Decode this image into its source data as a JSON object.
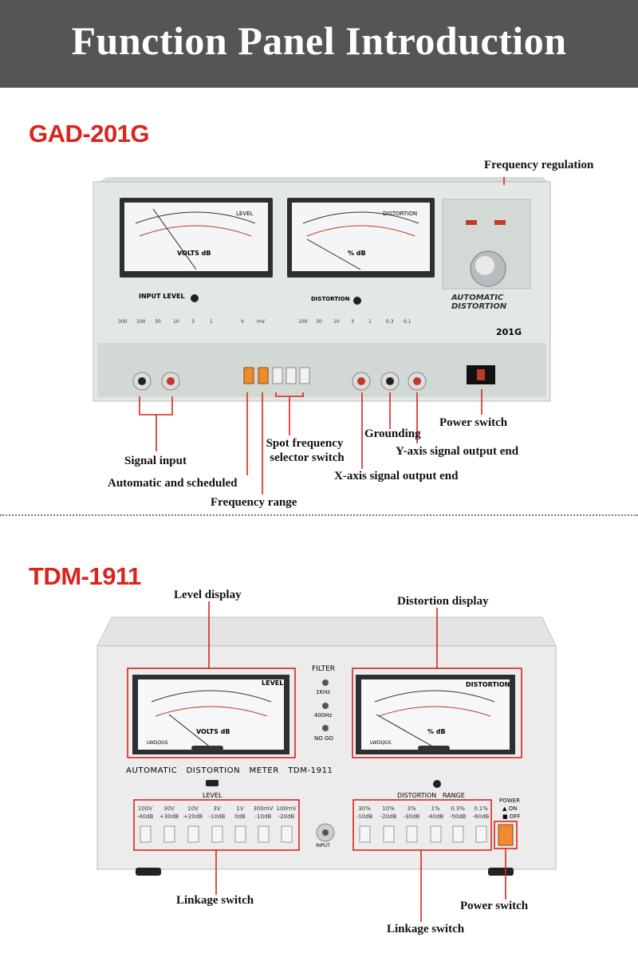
{
  "header": {
    "title": "Function Panel Introduction"
  },
  "section1": {
    "model": "GAD-201G",
    "panel": {
      "level_meter_label": "LEVEL",
      "level_meter_units": "VOLTS   dB",
      "distortion_meter_label": "DISTORTION",
      "distortion_meter_units": "%   dB",
      "input_level_label": "INPUT LEVEL",
      "distortion_label": "DISTORTION",
      "auto_label_line1": "AUTOMATIC",
      "auto_label_line2": "DISTORTION",
      "model_plate": "201G",
      "level_ranges": [
        "300",
        "100",
        "30",
        "10",
        "3",
        "1"
      ],
      "unit_labels": [
        "V",
        "mV"
      ],
      "distortion_ranges": [
        "100",
        "30",
        "10",
        "3",
        "1",
        "0.3",
        "0.1"
      ]
    },
    "labels": {
      "frequency_regulation": "Frequency regulation",
      "power_switch": "Power switch",
      "grounding": "Grounding",
      "y_axis_output": "Y-axis signal output end",
      "spot_frequency_1": "Spot frequency",
      "spot_frequency_2": "selector switch",
      "signal_input": "Signal input",
      "x_axis_output": "X-axis signal output end",
      "automatic_scheduled": "Automatic and scheduled",
      "frequency_range": "Frequency range"
    }
  },
  "section2": {
    "model": "TDM-1911",
    "panel": {
      "level_meter_label": "LEVEL",
      "level_meter_units": "VOLTS   dB",
      "distortion_meter_label": "DISTORTION",
      "distortion_meter_units": "% dB",
      "meter_brand": "LWDQGS",
      "filter_label": "FILTER",
      "filter_1k": "1KHz",
      "filter_400": "400Hz",
      "no_go": "NO GO",
      "title_plate": "AUTOMATIC   DISTORTION   METER   TDM-1911",
      "level_section": "LEVEL",
      "distortion_range_section": "DISTORTION   RANGE",
      "level_switches": [
        {
          "v": "100V",
          "db": "-40dB"
        },
        {
          "v": "30V",
          "db": "+30dB"
        },
        {
          "v": "10V",
          "db": "+20dB"
        },
        {
          "v": "3V",
          "db": "-10dB"
        },
        {
          "v": "1V",
          "db": "0dB"
        },
        {
          "v": "300mV",
          "db": "-10dB"
        },
        {
          "v": "100mV",
          "db": "-20dB"
        }
      ],
      "distortion_switches": [
        {
          "p": "30%",
          "db": "-10dB"
        },
        {
          "p": "10%",
          "db": "-20dB"
        },
        {
          "p": "3%",
          "db": "-30dB"
        },
        {
          "p": "1%",
          "db": "-40dB"
        },
        {
          "p": "0.3%",
          "db": "-50dB"
        },
        {
          "p": "0.1%",
          "db": "-60dB"
        }
      ],
      "input_label": "INPUT",
      "power_label": "POWER",
      "power_on": "ON",
      "power_off": "OFF"
    },
    "labels": {
      "level_display": "Level display",
      "distortion_display": "Distortion display",
      "linkage_switch_left": "Linkage switch",
      "power_switch": "Power switch",
      "linkage_switch_right": "Linkage switch"
    }
  },
  "colors": {
    "header_bg": "#555555",
    "model_red": "#d9251c",
    "callout_red": "#d9251c",
    "panel": "#e6ebe7",
    "switch_orange": "#f08a2c"
  }
}
